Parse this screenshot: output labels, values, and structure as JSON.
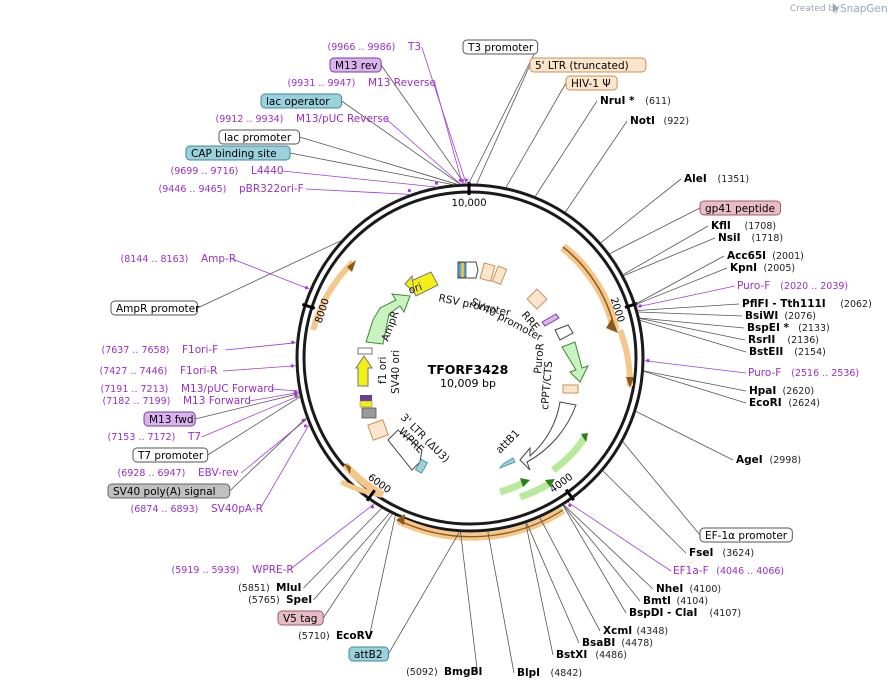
{
  "credit": {
    "prefix": "Created by",
    "brand": "SnapGene"
  },
  "plasmid": {
    "name": "TFORF3428",
    "size": "10,009 bp"
  },
  "ticks": [
    {
      "label": "10,000",
      "bp": 10000
    },
    {
      "label": "2000",
      "bp": 2000
    },
    {
      "label": "4000",
      "bp": 4000
    },
    {
      "label": "6000",
      "bp": 6000
    },
    {
      "label": "8000",
      "bp": 8000
    }
  ],
  "outer_labels": [
    {
      "id": "t3-primer",
      "type": "primer",
      "text": "T3",
      "range": "(9966 .. 9986)",
      "bp": 9975
    },
    {
      "id": "t3-promoter",
      "type": "box",
      "text": "T3 promoter",
      "bp": 9995,
      "fill": "#ffffff",
      "stroke": "#555555"
    },
    {
      "id": "m13-rev",
      "type": "box",
      "text": "M13 rev",
      "bp": 9960,
      "fill": "#d9b3ee",
      "stroke": "#7a3d99"
    },
    {
      "id": "ltr5",
      "type": "box",
      "text": "5' LTR (truncated)",
      "bp": 60,
      "fill": "#fde5cc",
      "stroke": "#c8905a"
    },
    {
      "id": "m13-reverse",
      "type": "primer",
      "text": "M13 Reverse",
      "range": "(9931 .. 9947)",
      "bp": 9939
    },
    {
      "id": "hiv1-psi",
      "type": "box",
      "text": "HIV-1 Ψ",
      "bp": 330,
      "fill": "#fde5cc",
      "stroke": "#c8905a"
    },
    {
      "id": "nrui",
      "type": "site",
      "text": "NruI *",
      "pos": "(611)",
      "bp": 611
    },
    {
      "id": "lac-operator",
      "type": "box",
      "text": "lac operator",
      "bp": 9920,
      "fill": "#9bd1dd",
      "stroke": "#3f8a99"
    },
    {
      "id": "m13-puc-reverse",
      "type": "primer",
      "text": "M13/pUC Reverse",
      "range": "(9912 .. 9934)",
      "bp": 9923
    },
    {
      "id": "noti",
      "type": "site",
      "text": "NotI",
      "pos": "(922)",
      "bp": 922
    },
    {
      "id": "lac-promoter",
      "type": "box",
      "text": "lac promoter",
      "bp": 9895,
      "fill": "#ffffff",
      "stroke": "#555555"
    },
    {
      "id": "cap-site",
      "type": "box",
      "text": "CAP binding site",
      "bp": 9860,
      "fill": "#9bd1dd",
      "stroke": "#3f8a99"
    },
    {
      "id": "l4440",
      "type": "primer",
      "text": "L4440",
      "range": "(9699 .. 9716)",
      "bp": 9707
    },
    {
      "id": "alei",
      "type": "site",
      "text": "AleI",
      "pos": "(1351)",
      "bp": 1351
    },
    {
      "id": "pbr322ori-f",
      "type": "primer",
      "text": "pBR322ori-F",
      "range": "(9446 .. 9465)",
      "bp": 9455
    },
    {
      "id": "gp41",
      "type": "box",
      "text": "gp41 peptide",
      "bp": 1480,
      "fill": "#e8bcc5",
      "stroke": "#a05a68"
    },
    {
      "id": "kfli",
      "type": "site",
      "text": "KflI",
      "pos": "(1708)",
      "bp": 1708
    },
    {
      "id": "nsii",
      "type": "site",
      "text": "NsiI",
      "pos": "(1718)",
      "bp": 1718
    },
    {
      "id": "acc65i",
      "type": "site",
      "text": "Acc65I",
      "pos": "(2001)",
      "bp": 2001
    },
    {
      "id": "kpni",
      "type": "site",
      "text": "KpnI",
      "pos": "(2005)",
      "bp": 2005
    },
    {
      "id": "amp-r",
      "type": "primer",
      "text": "Amp-R",
      "range": "(8144 .. 8163)",
      "bp": 8153
    },
    {
      "id": "puro-f1",
      "type": "primer",
      "text": "Puro-F",
      "range": "(2020 .. 2039)",
      "bp": 2030
    },
    {
      "id": "pflfi",
      "type": "site",
      "text": "PflFI - Tth111I",
      "pos": "(2062)",
      "bp": 2062
    },
    {
      "id": "bsiwi",
      "type": "site",
      "text": "BsiWI",
      "pos": "(2076)",
      "bp": 2076
    },
    {
      "id": "ampr-promoter",
      "type": "box",
      "text": "AmpR promoter",
      "bp": 8690,
      "fill": "#ffffff",
      "stroke": "#555555"
    },
    {
      "id": "bspei",
      "type": "site",
      "text": "BspEI *",
      "pos": "(2133)",
      "bp": 2133
    },
    {
      "id": "rsrii",
      "type": "site",
      "text": "RsrII",
      "pos": "(2136)",
      "bp": 2136
    },
    {
      "id": "bsteii",
      "type": "site",
      "text": "BstEII",
      "pos": "(2154)",
      "bp": 2154
    },
    {
      "id": "f1ori-f",
      "type": "primer",
      "text": "F1ori-F",
      "range": "(7637 .. 7658)",
      "bp": 7647
    },
    {
      "id": "f1ori-r",
      "type": "primer",
      "text": "F1ori-R",
      "range": "(7427 .. 7446)",
      "bp": 7436
    },
    {
      "id": "puro-f2",
      "type": "primer",
      "text": "Puro-F",
      "range": "(2516 .. 2536)",
      "bp": 2526
    },
    {
      "id": "m13-puc-fwd",
      "type": "primer",
      "text": "M13/pUC Forward",
      "range": "(7191 .. 7213)",
      "bp": 7202
    },
    {
      "id": "hpai",
      "type": "site",
      "text": "HpaI",
      "pos": "(2620)",
      "bp": 2620
    },
    {
      "id": "m13-forward",
      "type": "primer",
      "text": "M13 Forward",
      "range": "(7182 .. 7199)",
      "bp": 7190
    },
    {
      "id": "ecori",
      "type": "site",
      "text": "EcoRI",
      "pos": "(2624)",
      "bp": 2624
    },
    {
      "id": "m13-fwd",
      "type": "box",
      "text": "M13 fwd",
      "bp": 7180,
      "fill": "#d9b3ee",
      "stroke": "#7a3d99"
    },
    {
      "id": "t7",
      "type": "primer",
      "text": "T7",
      "range": "(7153 .. 7172)",
      "bp": 7162
    },
    {
      "id": "t7-promoter",
      "type": "box",
      "text": "T7 promoter",
      "bp": 7150,
      "fill": "#ffffff",
      "stroke": "#555555"
    },
    {
      "id": "agei",
      "type": "site",
      "text": "AgeI",
      "pos": "(2998)",
      "bp": 2998
    },
    {
      "id": "ebv-rev",
      "type": "primer",
      "text": "EBV-rev",
      "range": "(6928 .. 6947)",
      "bp": 6937
    },
    {
      "id": "sv40-polya",
      "type": "box",
      "text": "SV40 poly(A) signal",
      "bp": 6950,
      "fill": "#c0c0c0",
      "stroke": "#666666"
    },
    {
      "id": "sv40pa-r",
      "type": "primer",
      "text": "SV40pA-R",
      "range": "(6874 .. 6893)",
      "bp": 6883
    },
    {
      "id": "ef1a-promoter",
      "type": "box",
      "text": "EF-1α promoter",
      "bp": 3300,
      "fill": "#ffffff",
      "stroke": "#555555"
    },
    {
      "id": "fsei",
      "type": "site",
      "text": "FseI",
      "pos": "(3624)",
      "bp": 3624
    },
    {
      "id": "ef1a-f",
      "type": "primer",
      "text": "EF1a-F",
      "range": "(4046 .. 4066)",
      "bp": 4056
    },
    {
      "id": "wpre-r",
      "type": "primer",
      "text": "WPRE-R",
      "range": "(5919 .. 5939)",
      "bp": 5929
    },
    {
      "id": "mlui",
      "type": "site",
      "text": "MluI",
      "pos": "(5851)",
      "bp": 5851
    },
    {
      "id": "nhei",
      "type": "site",
      "text": "NheI",
      "pos": "(4100)",
      "bp": 4100
    },
    {
      "id": "bmti",
      "type": "site",
      "text": "BmtI",
      "pos": "(4104)",
      "bp": 4104
    },
    {
      "id": "spei",
      "type": "site",
      "text": "SpeI",
      "pos": "(5765)",
      "bp": 5765
    },
    {
      "id": "bspdi",
      "type": "site",
      "text": "BspDI - ClaI",
      "pos": "(4107)",
      "bp": 4107
    },
    {
      "id": "v5-tag",
      "type": "box",
      "text": "V5 tag",
      "bp": 5740,
      "fill": "#e8bcc5",
      "stroke": "#a05a68"
    },
    {
      "id": "xcmi",
      "type": "site",
      "text": "XcmI",
      "pos": "(4348)",
      "bp": 4348
    },
    {
      "id": "ecorv",
      "type": "site",
      "text": "EcoRV",
      "pos": "(5710)",
      "bp": 5710
    },
    {
      "id": "bsabi",
      "type": "site",
      "text": "BsaBI",
      "pos": "(4478)",
      "bp": 4478
    },
    {
      "id": "bstxi",
      "type": "site",
      "text": "BstXI",
      "pos": "(4486)",
      "bp": 4486
    },
    {
      "id": "attb2",
      "type": "box",
      "text": "attB2",
      "bp": 5100,
      "fill": "#9bd1dd",
      "stroke": "#3f8a99"
    },
    {
      "id": "bmgbi",
      "type": "site",
      "text": "BmgBI",
      "pos": "(5092)",
      "bp": 5092
    },
    {
      "id": "blpi",
      "type": "site",
      "text": "BlpI",
      "pos": "(4842)",
      "bp": 4842
    }
  ],
  "inner_labels": [
    {
      "id": "rsv-promoter",
      "text": "RSV promoter"
    },
    {
      "id": "sv40-promoter",
      "text": "SV40 promoter"
    },
    {
      "id": "rre",
      "text": "RRE"
    },
    {
      "id": "ori",
      "text": "ori"
    },
    {
      "id": "ampr",
      "text": "AmpR"
    },
    {
      "id": "f1-ori",
      "text": "f1 ori"
    },
    {
      "id": "sv40-ori",
      "text": "SV40 ori"
    },
    {
      "id": "puror",
      "text": "PuroR"
    },
    {
      "id": "cppt-cts",
      "text": "cPPT/CTS"
    },
    {
      "id": "ltr3",
      "text": "3' LTR (ΔU3)"
    },
    {
      "id": "wpre",
      "text": "WPRE"
    },
    {
      "id": "attb1",
      "text": "attB1"
    }
  ]
}
